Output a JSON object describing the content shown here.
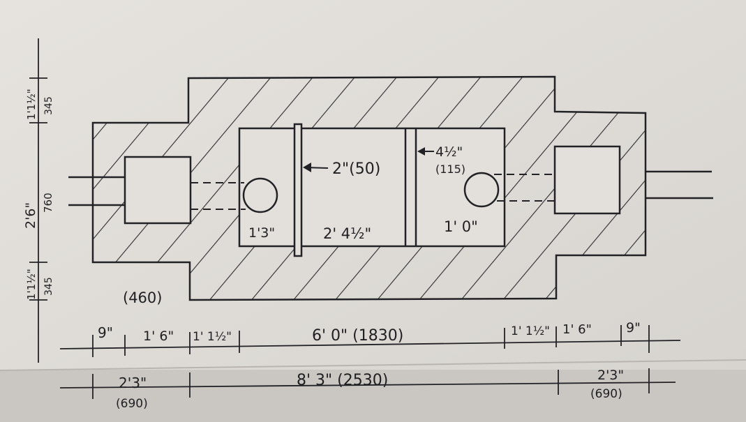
{
  "drawing": {
    "room_dims": {
      "left": "1'3\"",
      "middle": "2' 4½\"",
      "right": "1' 0\""
    },
    "annotations": {
      "wall_2in": "2\"(50)",
      "wall_4half_a": "4½\"",
      "wall_4half_b": "(115)",
      "thickness_460": "(460)"
    },
    "left_vertical": {
      "top_imp": "1'1½\"",
      "top_mm": "345",
      "mid_imp": "2'6\"",
      "mid_mm": "760",
      "bot_imp": "1'1½\"",
      "bot_mm": "345"
    },
    "dimension_row_1": {
      "seg_9_left": "9\"",
      "seg_1_6_left": "1' 6\"",
      "seg_1_1half_left": "1' 1½\"",
      "center": "6' 0\" (1830)",
      "seg_1_1half_right": "1' 1½\"",
      "seg_1_6_right": "1' 6\"",
      "seg_9_right": "9\""
    },
    "dimension_row_2": {
      "left_imp": "2'3\"",
      "left_mm": "(690)",
      "center": "8' 3\" (2530)",
      "right_imp": "2'3\"",
      "right_mm": "(690)"
    },
    "colors": {
      "paper": "#dedbd6",
      "paper_lower": "#cfccc7",
      "ink": "#222226"
    }
  }
}
